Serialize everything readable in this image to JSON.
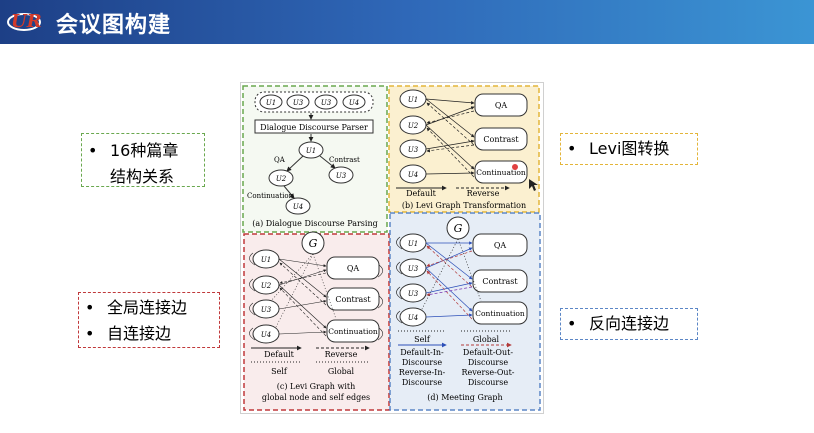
{
  "header": {
    "title": "会议图构建",
    "logo_name": "uir-logo"
  },
  "callouts": {
    "discourse": {
      "line1": "16种篇章",
      "line2": "结构关系"
    },
    "levi": {
      "line1": "Levi图转换"
    },
    "global": {
      "line1": "全局连接边",
      "line2": "自连接边"
    },
    "reverse": {
      "line1": "反向连接边"
    }
  },
  "figure": {
    "panel_a": {
      "utterances": [
        "U1",
        "U2",
        "U3",
        "U4"
      ],
      "parser": "Dialogue Discourse Parser",
      "relations": [
        "QA",
        "Contrast",
        "Continuation"
      ],
      "caption": "(a) Dialogue Discourse Parsing"
    },
    "panel_b": {
      "nodes": [
        "QA",
        "Contrast",
        "Continuation"
      ],
      "legend_default": "Default",
      "legend_reverse": "Reverse",
      "caption": "(b) Levi Graph Transformation"
    },
    "panel_c": {
      "global": "G",
      "nodes": [
        "QA",
        "Contrast",
        "Continuation"
      ],
      "legend_default": "Default",
      "legend_reverse": "Reverse",
      "legend_self": "Self",
      "legend_global": "Global",
      "caption1": "(c) Levi Graph with",
      "caption2": "global node and self edges"
    },
    "panel_d": {
      "global": "G",
      "nodes": [
        "QA",
        "Contrast",
        "Continuation"
      ],
      "legend_self": "Self",
      "legend_global": "Global",
      "legend_l1": "Default-In-",
      "legend_l2": "Discourse",
      "legend_l3": "Reverse-In-",
      "legend_l4": "Discourse",
      "legend_r1": "Default-Out-",
      "legend_r2": "Discourse",
      "legend_r3": "Reverse-Out-",
      "legend_r4": "Discourse",
      "caption": "(d) Meeting Graph"
    }
  },
  "colors": {
    "green": "#6aa84f",
    "yellow": "#e3b53a",
    "red": "#c0393b",
    "blue": "#5b86c6"
  }
}
